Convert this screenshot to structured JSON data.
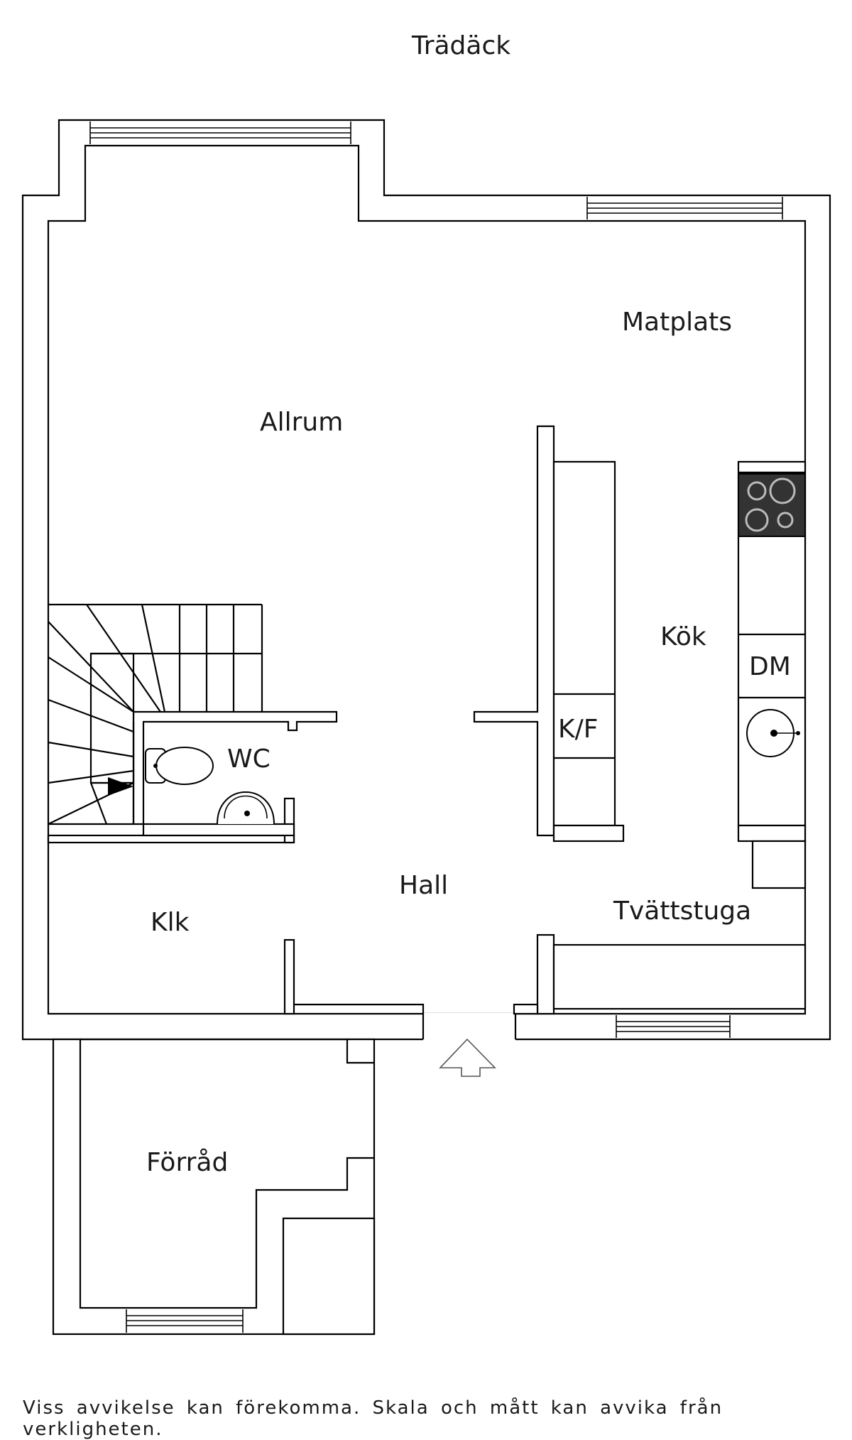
{
  "rooms": {
    "tradack": "Trädäck",
    "matplats": "Matplats",
    "allrum": "Allrum",
    "kok": "Kök",
    "dm": "DM",
    "kf": "K/F",
    "wc": "WC",
    "hall": "Hall",
    "klk": "Klk",
    "tvattstuga": "Tvättstuga",
    "forrad": "Förråd"
  },
  "disclaimer": "Viss avvikelse kan förekomma. Skala och mått kan avvika från verkligheten.",
  "icons": {
    "entrance": "entrance-arrow-icon",
    "stair_direction": "stair-direction-arrow-icon",
    "stove": "stove-icon",
    "toilet": "toilet-icon",
    "sink": "sink-icon"
  },
  "colors": {
    "wall": "#000000",
    "background": "#ffffff",
    "stove": "#333333"
  }
}
